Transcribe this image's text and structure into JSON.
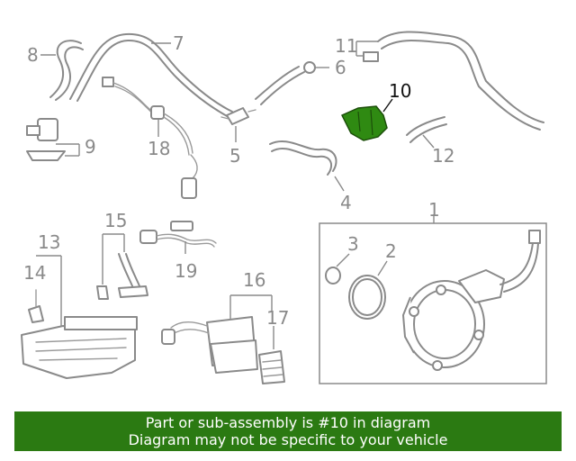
{
  "diagram": {
    "highlight_color": "#2f8a12",
    "callouts": [
      "1",
      "2",
      "3",
      "4",
      "5",
      "6",
      "7",
      "8",
      "9",
      "10",
      "11",
      "12",
      "13",
      "14",
      "15",
      "16",
      "17",
      "18",
      "19"
    ],
    "highlighted_part": "10"
  },
  "banner": {
    "line1": "Part or sub-assembly is #10 in diagram",
    "line2": "Diagram may not be specific to your vehicle",
    "background": "#2b7a12"
  }
}
